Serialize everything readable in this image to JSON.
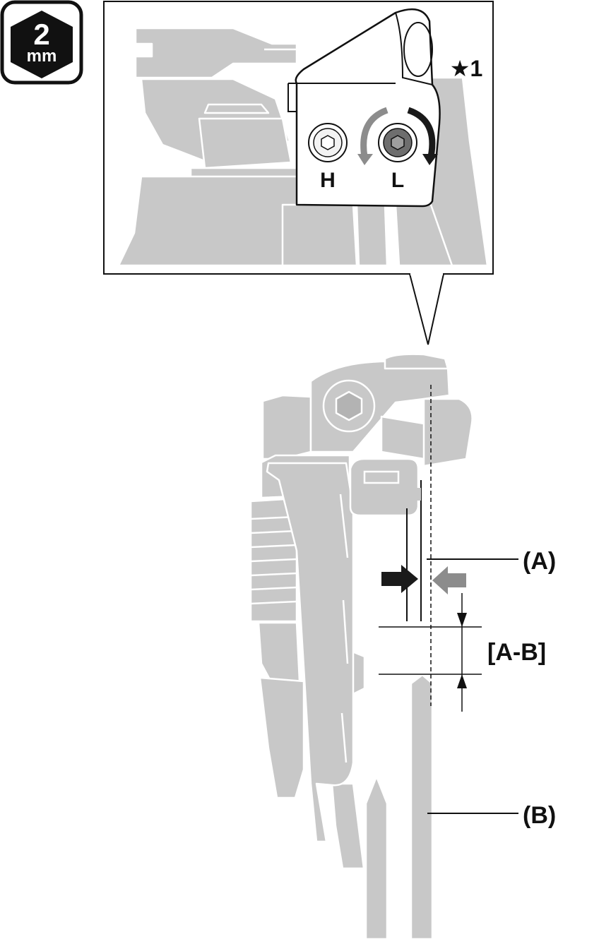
{
  "tool_badge": {
    "size": "2",
    "unit": "mm"
  },
  "inset": {
    "screw_h_label": "H",
    "screw_l_label": "L",
    "note_marker": "★1"
  },
  "callouts": {
    "a_label": "(A)",
    "b_label": "(B)",
    "gap_label": "[A-B]"
  },
  "colors": {
    "part_gray": "#c8c8c8",
    "ink": "#111111",
    "arrow_dark": "#1a1a1a",
    "arrow_gray": "#8c8c8c",
    "screw_l_fill": "#6e6e6e"
  }
}
